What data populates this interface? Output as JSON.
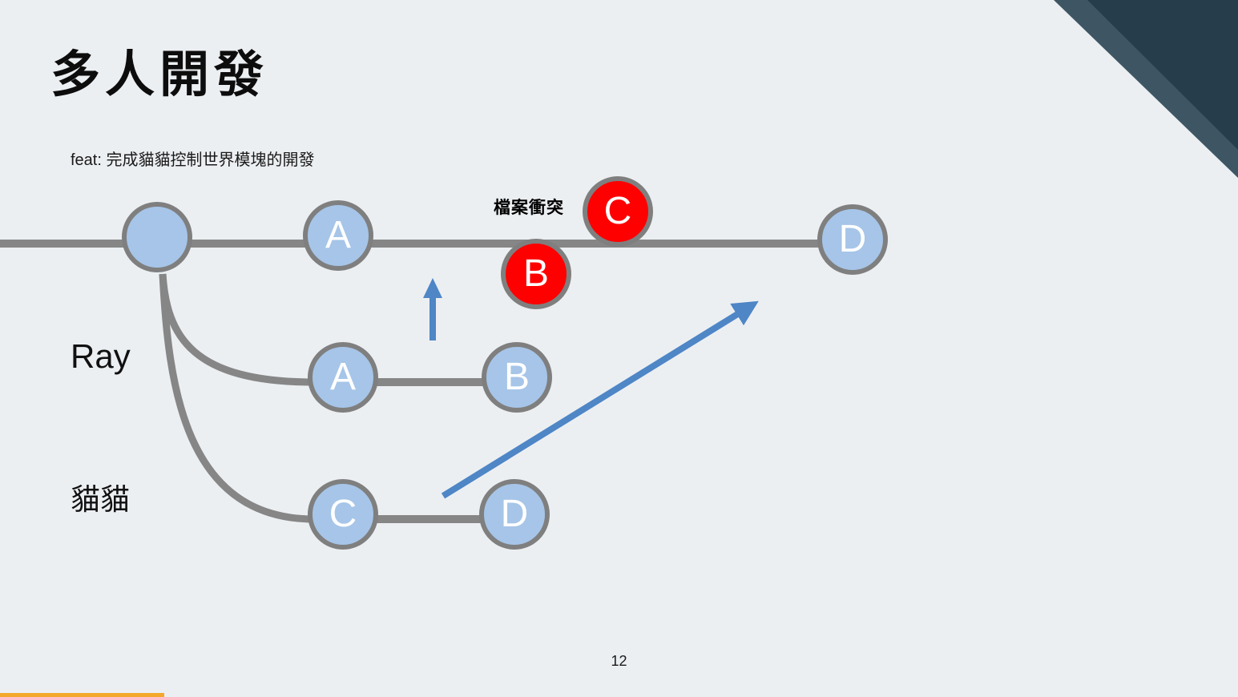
{
  "slide": {
    "title": "多人開發",
    "subtitle": "feat: 完成貓貓控制世界模塊的開發",
    "page_number": "12"
  },
  "diagram": {
    "conflict_label": "檔案衝突",
    "branch_labels": {
      "ray": "Ray",
      "cat": "貓貓"
    },
    "nodes": {
      "main_start": "",
      "main_a": "A",
      "main_b_conflict": "B",
      "main_c_conflict": "C",
      "main_d": "D",
      "ray_a": "A",
      "ray_b": "B",
      "cat_c": "C",
      "cat_d": "D"
    },
    "colors": {
      "background": "#ECEFF2",
      "node_fill": "#A6C5E8",
      "node_conflict_fill": "#FF0000",
      "node_border": "#7F7F7F",
      "line": "#868686",
      "arrow": "#4E86C6",
      "accent_bar": "#F3A82C",
      "corner_dark": "#263E4C",
      "corner_light": "#3E5664"
    }
  }
}
